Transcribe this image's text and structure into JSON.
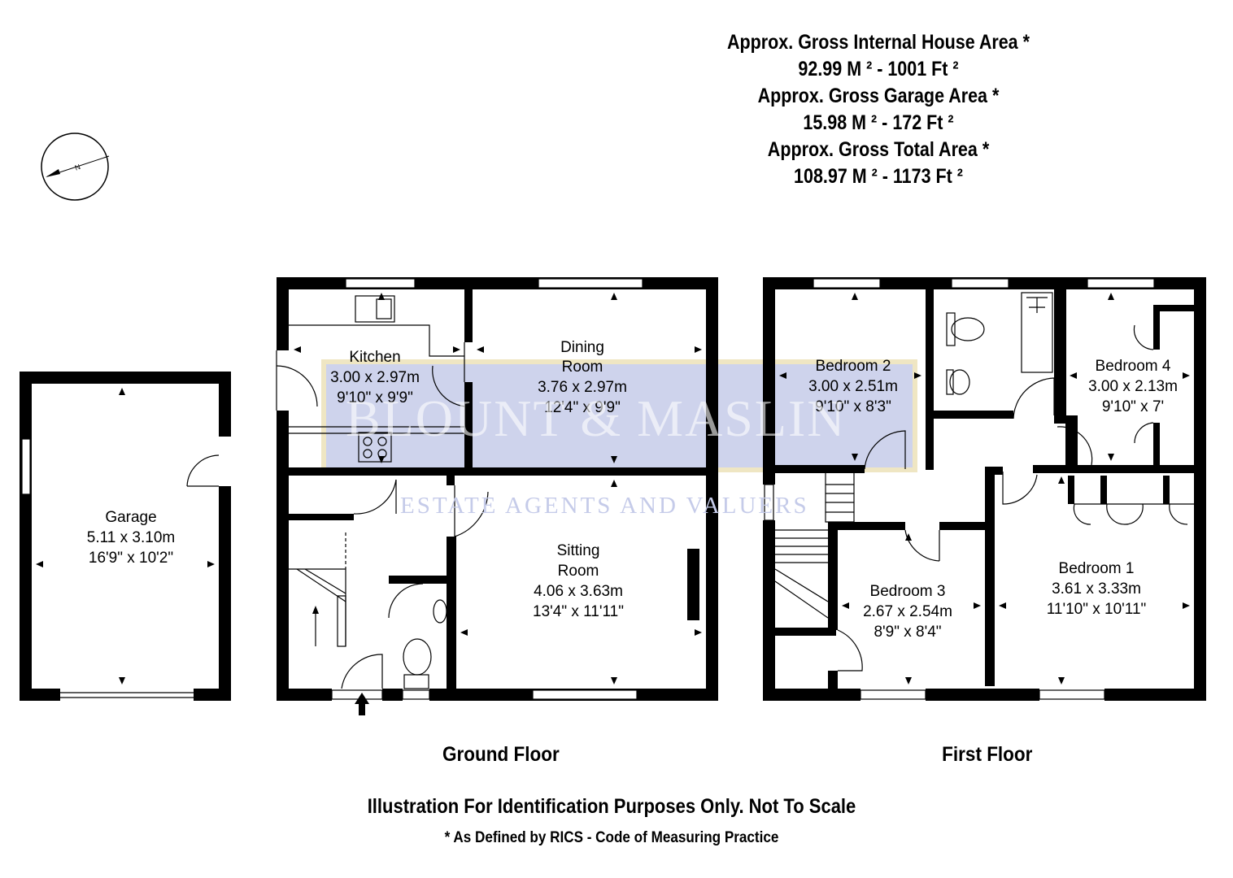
{
  "areas": {
    "house_label": "Approx. Gross Internal House Area *",
    "house_value": "92.99 M ²  -  1001 Ft ²",
    "garage_label": "Approx. Gross Garage Area *",
    "garage_value": "15.98 M ²  -  172 Ft ²",
    "total_label": "Approx. Gross Total Area *",
    "total_value": "108.97 M ²  -  1173 Ft ²"
  },
  "watermark": {
    "brand": "BLOUNT & MASLIN",
    "tagline": "ESTATE AGENTS AND VALUERS"
  },
  "rooms": {
    "garage": {
      "name": "Garage",
      "metric": "5.11 x 3.10m",
      "imperial": "16'9\" x 10'2\""
    },
    "kitchen": {
      "name": "Kitchen",
      "metric": "3.00 x 2.97m",
      "imperial": "9'10\" x 9'9\""
    },
    "dining": {
      "name1": "Dining",
      "name2": "Room",
      "metric": "3.76 x 2.97m",
      "imperial": "12'4\" x 9'9\""
    },
    "sitting": {
      "name1": "Sitting",
      "name2": "Room",
      "metric": "4.06 x 3.63m",
      "imperial": "13'4\" x 11'11\""
    },
    "bedroom2": {
      "name": "Bedroom 2",
      "metric": "3.00 x 2.51m",
      "imperial": "9'10\" x 8'3\""
    },
    "bedroom4": {
      "name": "Bedroom 4",
      "metric": "3.00 x 2.13m",
      "imperial": "9'10\" x 7'"
    },
    "bedroom3": {
      "name": "Bedroom 3",
      "metric": "2.67 x 2.54m",
      "imperial": "8'9\" x 8'4\""
    },
    "bedroom1": {
      "name": "Bedroom 1",
      "metric": "3.61 x 3.33m",
      "imperial": "11'10\" x 10'11\""
    }
  },
  "floors": {
    "ground": "Ground Floor",
    "first": "First Floor"
  },
  "footer": {
    "disclaimer": "Illustration For Identification Purposes Only. Not To Scale",
    "note": "* As Defined by RICS - Code of Measuring Practice"
  },
  "compass": {
    "letter": "N"
  }
}
